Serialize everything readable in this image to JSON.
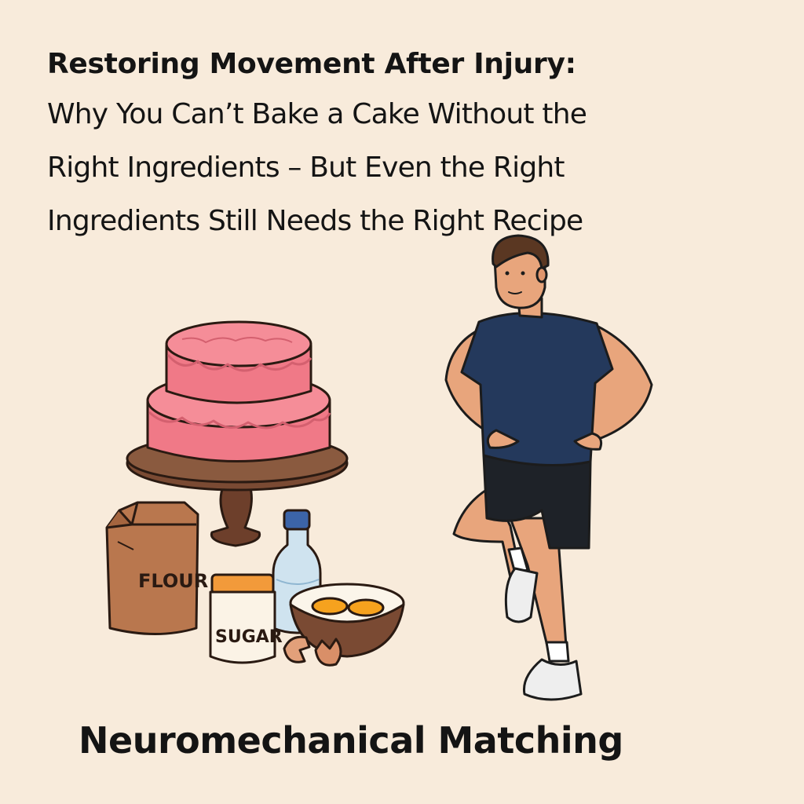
{
  "header": {
    "title": "Restoring Movement After Injury:",
    "subtitle_lines": [
      "Why You Can’t Bake a Cake Without the",
      "Right Ingredients – But Even the Right",
      "Ingredients Still Needs the Right Recipe"
    ]
  },
  "illustration": {
    "flour_label": "FLOUR",
    "sugar_label": "SUGAR"
  },
  "footer": {
    "caption": "Neuromechanical Matching"
  },
  "colors": {
    "background": "#f8ebdb",
    "cake_pink": "#f27e8a",
    "stand_brown": "#7a4a33",
    "shirt_navy": "#24395c",
    "skin": "#e8a57c"
  }
}
